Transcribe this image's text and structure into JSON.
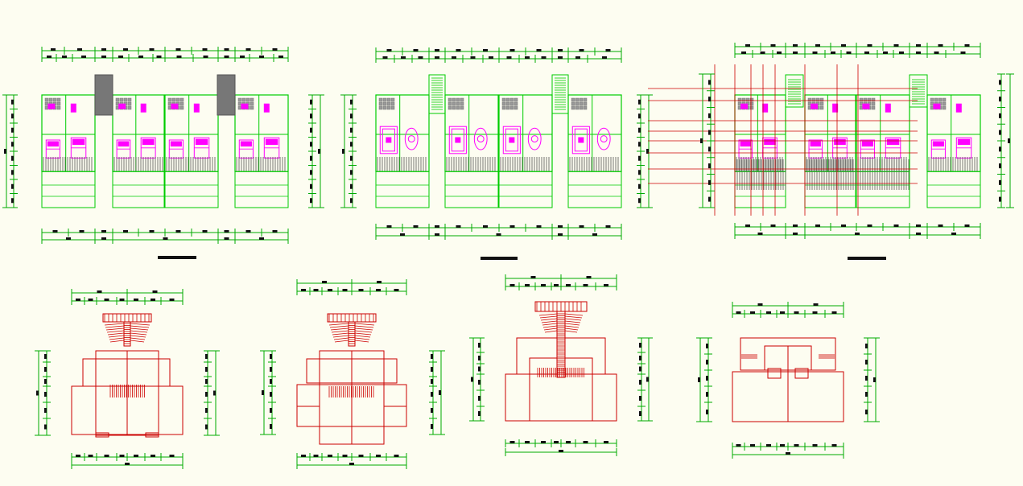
{
  "drawing": {
    "background": "#fdfdf1",
    "colors": {
      "wall": "#00cc00",
      "furniture": "#ff00ff",
      "hatch": "#555555",
      "elevation": "#cc0000",
      "dimension": "#00aa00",
      "mark": "#111111",
      "gridline": "#cc0000"
    },
    "plans": [
      {
        "name": "floor-plan-1",
        "caption": "",
        "scale": ""
      },
      {
        "name": "floor-plan-2",
        "caption": "",
        "scale": ""
      },
      {
        "name": "floor-plan-3",
        "caption": "",
        "scale": ""
      }
    ],
    "elevations": [
      {
        "name": "elevation-1"
      },
      {
        "name": "elevation-2"
      },
      {
        "name": "elevation-3"
      },
      {
        "name": "elevation-4"
      }
    ]
  }
}
